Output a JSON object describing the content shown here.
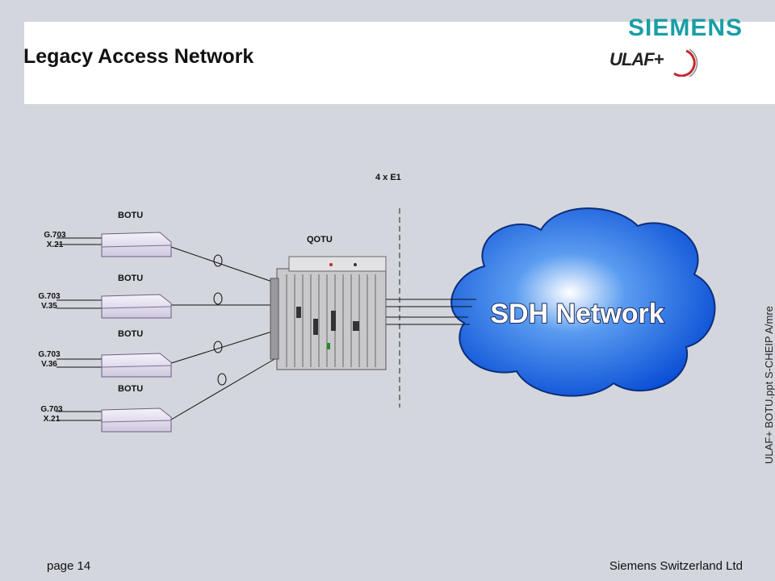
{
  "header": {
    "title": "Legacy Access Network",
    "brand": "SIEMENS",
    "product_logo": "ULAF+",
    "brand_color": "#1a9ea6"
  },
  "diagram": {
    "link_label": "4 x E1",
    "qotu_label": "QOTU",
    "network_label": "SDH Network",
    "botus": [
      {
        "label": "BOTU",
        "iface1": "G.703",
        "iface2": "X.21"
      },
      {
        "label": "BOTU",
        "iface1": "G.703",
        "iface2": "V.35"
      },
      {
        "label": "BOTU",
        "iface1": "G.703",
        "iface2": "V.36"
      },
      {
        "label": "BOTU",
        "iface1": "G.703",
        "iface2": "X.21"
      }
    ]
  },
  "side_note": "ULAF+ BOTU.ppt  S-CHEIP A/mre",
  "footer": {
    "page": "page 14",
    "company": "Siemens Switzerland Ltd"
  }
}
